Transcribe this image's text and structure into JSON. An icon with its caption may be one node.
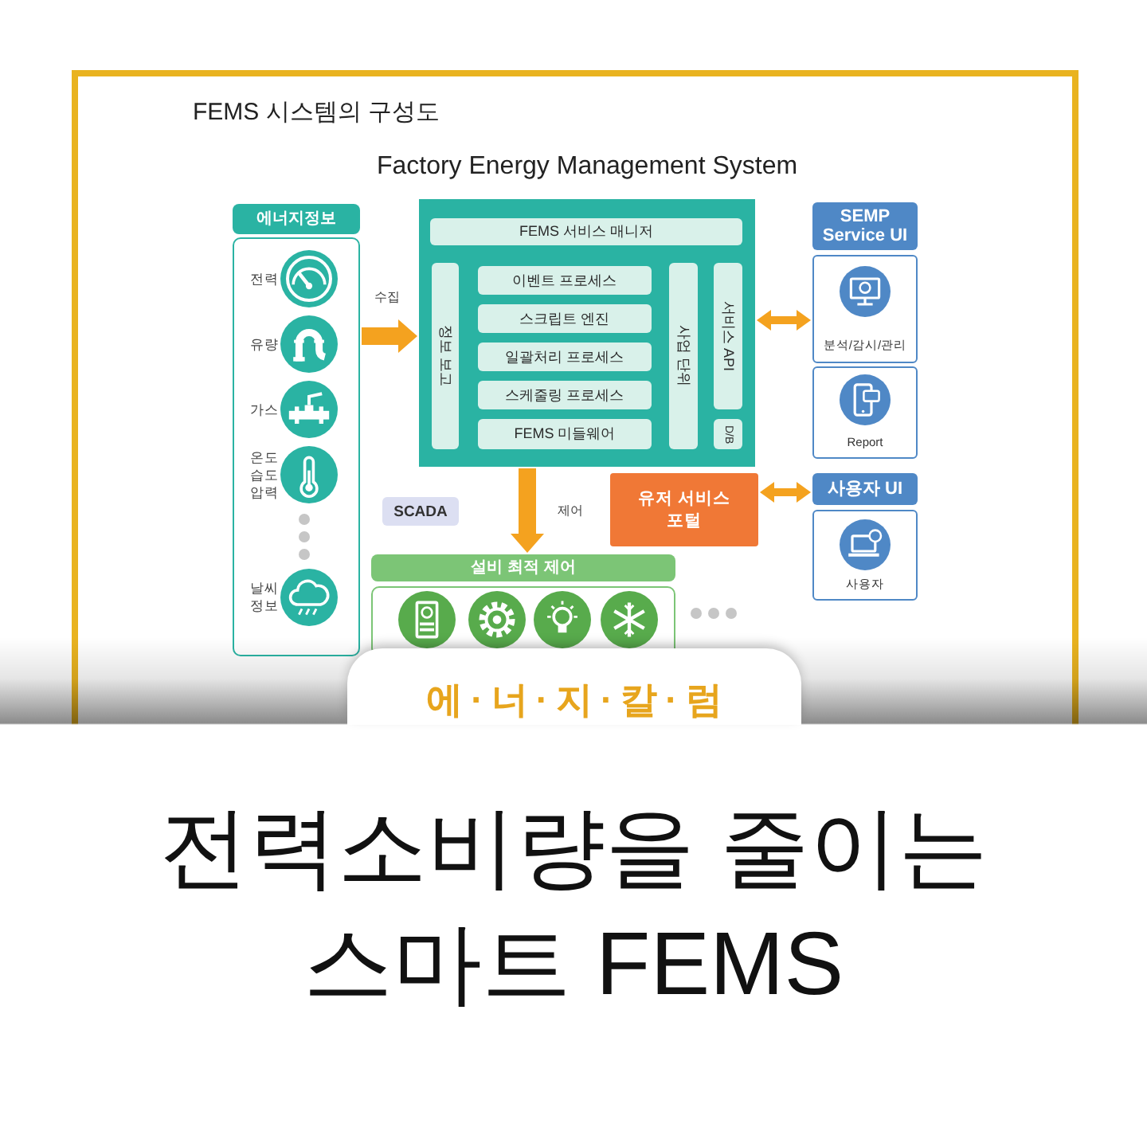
{
  "diagram": {
    "title": "FEMS 시스템의 구성도",
    "caption": "전력소비량을 줄이는 스마트 FEMS",
    "nodes": [
      {
        "text": [
          "에너지정보"
        ]
      },
      {
        "text": [
          "Factory Energy Management System"
        ]
      },
      {
        "text": [
          "FEMS 서비스 매니저"
        ],
        "in": 1
      },
      {
        "text": [
          "정보 보고"
        ],
        "in": 1
      },
      {
        "text": [
          "이벤트 프로세스"
        ],
        "in": 1
      },
      {
        "text": [
          "스크립트 엔진"
        ],
        "in": 1
      },
      {
        "text": [
          "일괄처리 프로세스"
        ],
        "in": 1
      },
      {
        "text": [
          "스케줄링 프로세스"
        ],
        "in": 1
      },
      {
        "text": [
          "FEMS 미들웨어"
        ],
        "in": 1
      },
      {
        "text": [
          "사업 단위"
        ],
        "in": 1
      },
      {
        "text": [
          "서비스 API"
        ],
        "in": 1
      },
      {
        "text": [
          "D/B"
        ],
        "in": 1
      },
      {
        "text": [
          "SEMP Service UI"
        ]
      },
      {
        "text": [
          "분석/감시/관리"
        ]
      },
      {
        "text": [
          "Report"
        ]
      },
      {
        "text": [
          "유저 서비스 포털"
        ]
      },
      {
        "text": [
          "사용자 UI"
        ]
      },
      {
        "text": [
          "사용자"
        ]
      },
      {
        "text": [
          "SCADA"
        ]
      },
      {
        "text": [
          "설비 최적 제어"
        ]
      }
    ],
    "edges": [
      {
        "from": 0,
        "to": 1,
        "arrow": "to",
        "label": "수집",
        "style": "thick"
      },
      {
        "from": 1,
        "to": 13,
        "arrow": "both"
      },
      {
        "from": 15,
        "to": 16,
        "arrow": "both"
      },
      {
        "from": 1,
        "to": 19,
        "arrow": "to",
        "label": "제어",
        "style": "thick"
      }
    ],
    "labels": [
      "전력",
      "유량",
      "가스",
      "온도 습도 압력",
      "날씨 정보",
      "에·너·지·칼·럼"
    ]
  }
}
